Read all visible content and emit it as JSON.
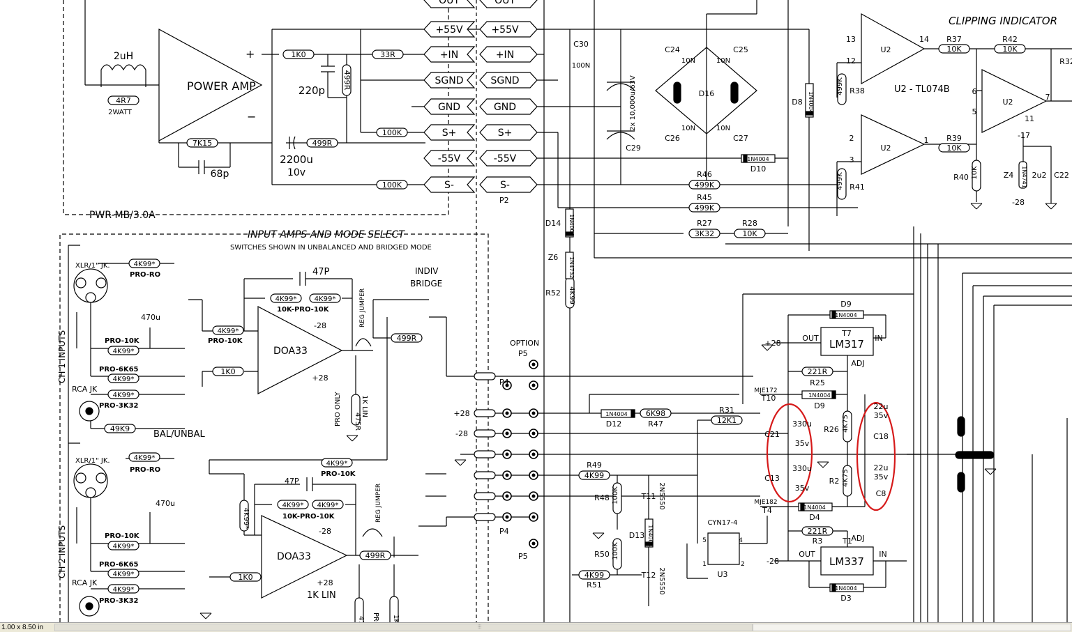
{
  "blocks": {
    "power_amp": "POWER AMP",
    "pwr_mb": "PWR-MB/3.0A",
    "input_section": "INPUT AMPS AND MODE SELECT",
    "switch_note": "SWITCHES SHOWN IN UNBALANCED AND BRIDGED MODE",
    "clipping": "CLIPPING INDICATOR",
    "u2_part": "U2 - TL074B"
  },
  "connector": {
    "pins": [
      "OUT",
      "+55V",
      "+IN",
      "SGND",
      "GND",
      "S+",
      "-55V",
      "S-"
    ],
    "name": "P2"
  },
  "labels": {
    "inductor": "2uH",
    "r4r7": "4R7",
    "watt": "2WATT",
    "r1k0": "1K0",
    "r33": "33R",
    "c220p": "220p",
    "r499v": "499R",
    "r7k15": "7K15",
    "c68p": "68p",
    "r499h": "499R",
    "c2200": "2200u",
    "v10": "10v",
    "r100k_a": "100K",
    "r100k_b": "100K",
    "c30": "C30",
    "c100n": "100N",
    "bulk_caps": "2x 10,000u/63V",
    "c29": "C29",
    "c24": "C24",
    "c25": "C25",
    "c26": "C26",
    "c27": "C27",
    "n10a": "10N",
    "n10b": "10N",
    "n10c": "10N",
    "n10d": "10N",
    "d16": "D16",
    "d8": "D8",
    "d8part": "1N4004",
    "r38": "R38",
    "r38v": "499K",
    "r41": "R41",
    "r41v": "499K",
    "r37": "R37",
    "r37v": "10K",
    "r42": "R42",
    "r42v": "10K",
    "r39": "R39",
    "r39v": "10K",
    "r40": "R40",
    "r40v": "10K",
    "m17": "-17",
    "z4": "Z4",
    "z4part": "1N4741",
    "c2u2": "2u2",
    "c22": "C22",
    "m28a": "-28",
    "r32": "R32",
    "d10": "D10",
    "d10part": "1N4004",
    "r46": "R46",
    "r46v": "499K",
    "r45": "R45",
    "r45v": "499K",
    "r27": "R27",
    "r27v": "3K32",
    "r28": "R28",
    "r28v": "10K",
    "d14": "D14",
    "d14part": "1N4004",
    "z6": "Z6",
    "z6part": "1N4732",
    "r52": "R52",
    "r52v": "4K99",
    "pin13": "13",
    "pin12": "12",
    "pin14": "14",
    "pin6": "6",
    "pin5": "5",
    "pin7": "7",
    "pin11": "11",
    "pin2": "2",
    "pin3": "3",
    "pin1": "1",
    "u2a": "U2",
    "u2b": "U2",
    "u2c": "U2",
    "xlr1": "XLR/1\" JK.",
    "xlr2": "XLR/1\" JK.",
    "ch1": "CH 1 INPUTS",
    "ch2": "CH 2 INPUTS",
    "rca1": "RCA JK",
    "rca2": "RCA JK",
    "pro_ro1": "PRO-RO",
    "pro_ro2": "PRO-RO",
    "pro10k_1": "PRO-10K",
    "pro10k_2": "PRO-10K",
    "pro10k_3": "PRO-10K",
    "pro10k_4": "PRO-10K",
    "pro6k65_1": "PRO-6K65",
    "pro6k65_2": "PRO-6K65",
    "pro3k32_1": "PRO-3K32",
    "pro3k32_2": "PRO-3K32",
    "k499s": "4K99*",
    "c470u1": "470u",
    "c470u2": "470u",
    "r49k9": "49K9",
    "balunbal": "BAL/UNBAL",
    "c47p1": "47P",
    "c47p2": "47P",
    "tenk_pro": "10K-PRO-10K",
    "tenk_pro2": "10K-PRO-10K",
    "doa1": "DOA33",
    "doa2": "DOA33",
    "p28a": "+28",
    "p28b": "+28",
    "m28b": "-28",
    "m28c": "-28",
    "r1k0b": "1K0",
    "r1k0c": "1K0",
    "reg_jumper1": "REG JUMPER",
    "reg_jumper2": "REG JUMPER",
    "k1lin1": "1K LIN",
    "k1lin2": "1K LIN",
    "r475a": "475R",
    "r475b": "475R",
    "pro_only1": "PRO ONLY",
    "pro_only2": "PRO ONLY",
    "r499c": "499R",
    "r499d": "499R",
    "r1k0v": "1K0",
    "indiv": "INDIV",
    "bridge": "BRIDGE",
    "option": "OPTION",
    "p5a": "P5",
    "p5b": "P5",
    "p4a": "P4",
    "p4b": "P4",
    "p28c": "+28",
    "m28d": "-28",
    "d12": "D12",
    "d12part": "1N4004",
    "r47": "R47",
    "r47v": "6K98",
    "r31": "R31",
    "r31v": "12K1",
    "t10": "T10",
    "t10part": "MJE172",
    "t4": "T4",
    "t4part": "MJE182",
    "d9a": "D9",
    "d9b": "D9",
    "d9part1": "1N4004",
    "d9part2": "1N4004",
    "t7": "T7",
    "lm317": "LM317",
    "out1": "OUT",
    "in1": "IN",
    "adj1": "ADJ",
    "r221a": "221R",
    "r25": "R25",
    "r221b": "221R",
    "r3": "R3",
    "r26": "R26",
    "r26v": "4K75",
    "r2": "R2",
    "r2v": "4K75",
    "c21": "C21",
    "c21v": "330u",
    "v35a": "35v",
    "c13": "C13",
    "c13v": "330u",
    "v35b": "35v",
    "c18": "C18",
    "c18v": "22u",
    "v35c": "35v",
    "c8": "C8",
    "c8v": "22u",
    "v35d": "35v",
    "d4": "D4",
    "d4part": "1N4004",
    "t1": "T1",
    "lm337": "LM337",
    "out2": "OUT",
    "in2": "IN",
    "adj2": "ADJ",
    "d3": "D3",
    "d3part": "1N4004",
    "p28d": "+28",
    "m28e": "-28",
    "r49": "R49",
    "r49v": "4K99",
    "r48": "R48",
    "r48v": "100K",
    "r50": "R50",
    "r50v": "100K",
    "r51": "R51",
    "r51v": "4K99",
    "t11": "T11",
    "t11part": "2N5550",
    "t12": "T12",
    "t12part": "2N5550",
    "d13": "D13",
    "d13part": "1N4004",
    "u3": "U3",
    "cyn": "CYN17-4",
    "up1": "1",
    "up2": "2",
    "up4": "4",
    "up5": "5"
  },
  "statusbar": {
    "page_size": "1.00 x 8.50 in"
  },
  "colors": {
    "highlight": "#d61a1a",
    "ink": "#000000"
  }
}
